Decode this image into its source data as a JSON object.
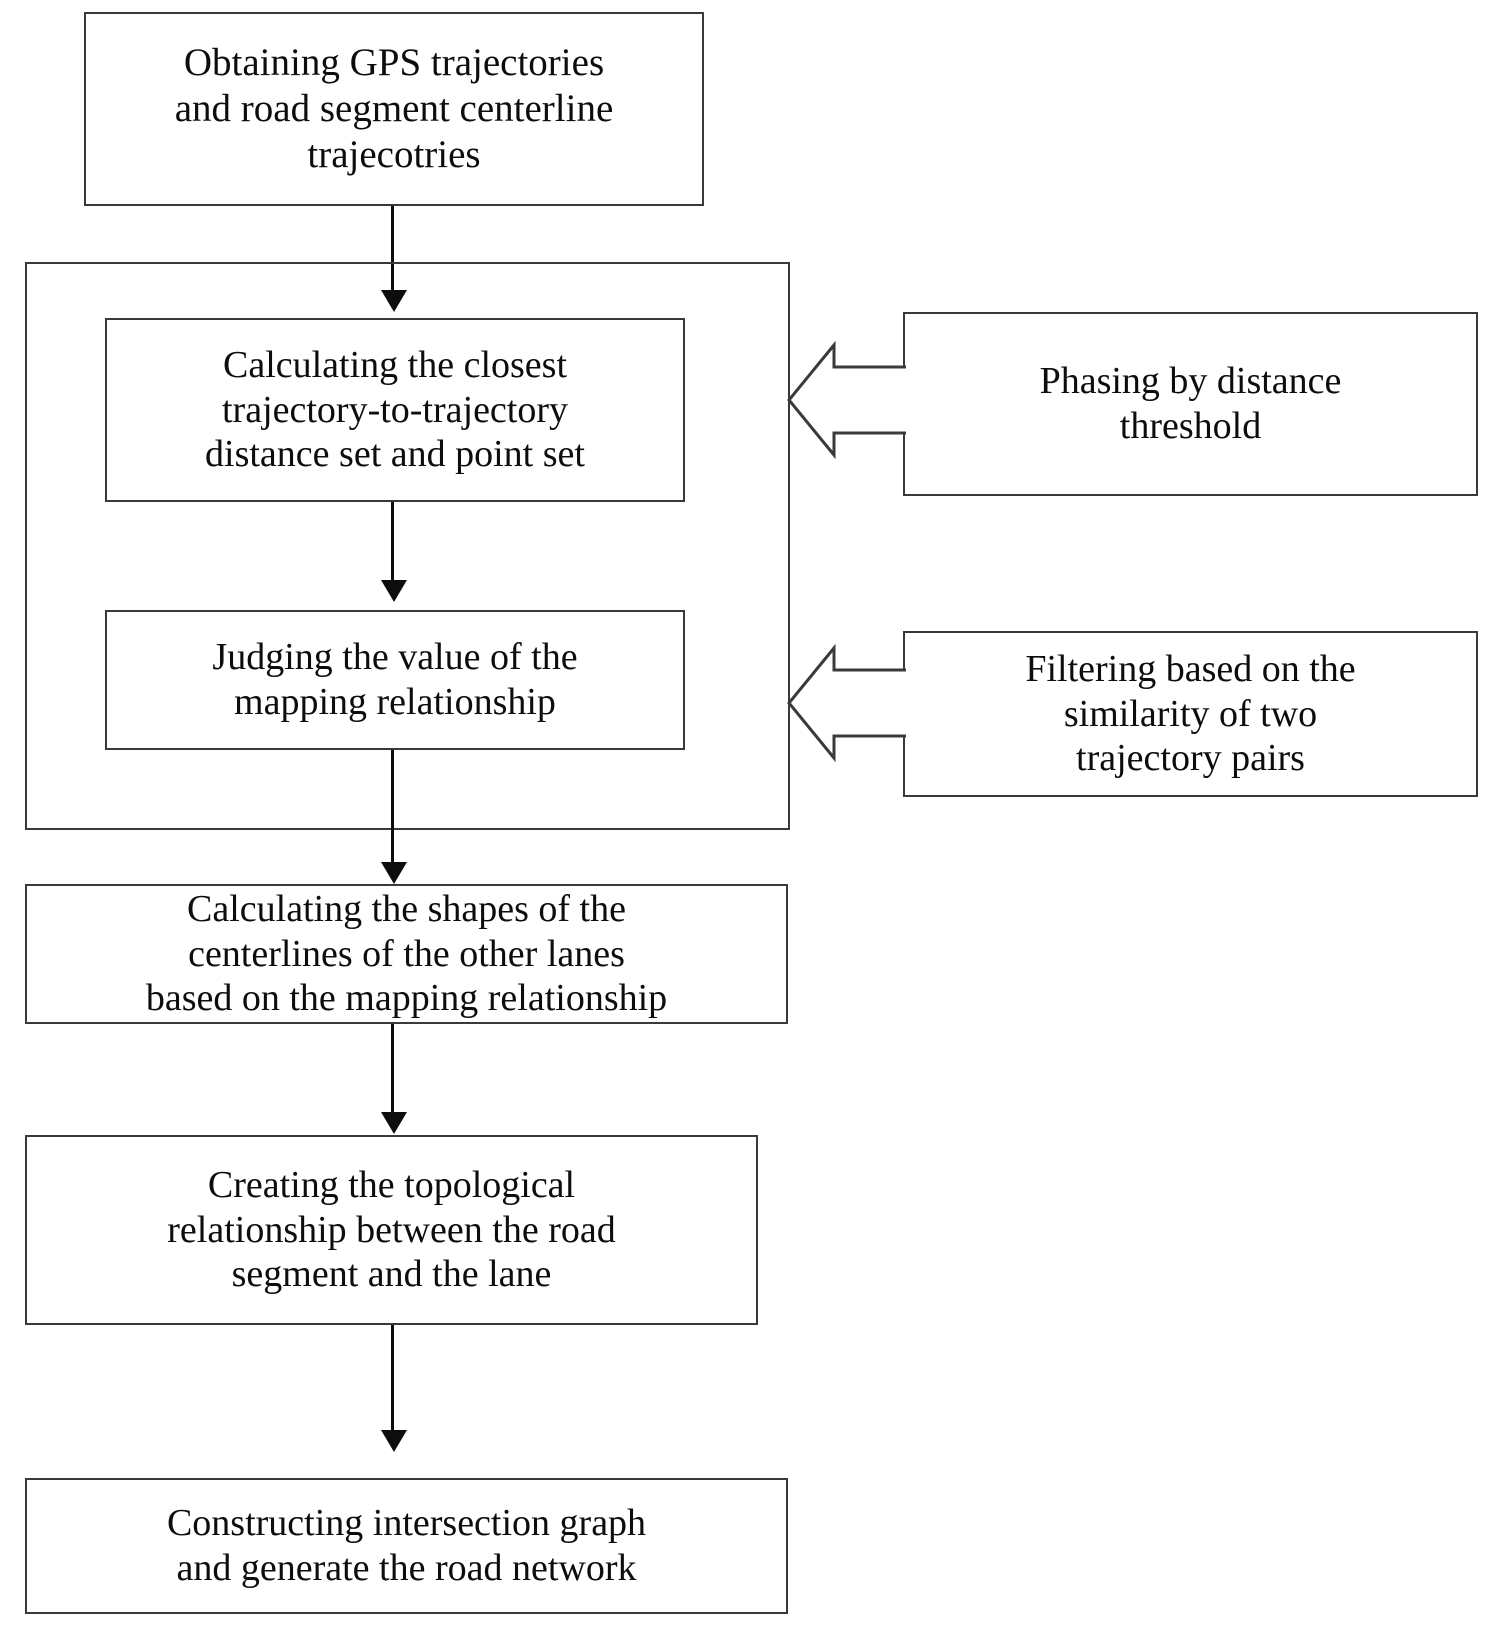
{
  "diagram": {
    "title": "Road network / lane centerline generation flowchart",
    "colors": {
      "box_border": "#3a3a3a",
      "line": "#0d0d0d",
      "background": "#ffffff",
      "text": "#0d0d0d"
    },
    "nodes": [
      {
        "id": "obtain-data",
        "label": "Obtaining GPS trajectories\nand road segment centerline\ntrajecotries"
      },
      {
        "id": "closest-distance",
        "label": "Calculating the closest\ntrajectory-to-trajectory\ndistance set and point set"
      },
      {
        "id": "judge-mapping",
        "label": "Judging the value of the\nmapping relationship"
      },
      {
        "id": "phasing-threshold",
        "label": "Phasing by distance\nthreshold"
      },
      {
        "id": "filtering-similarity",
        "label": "Filtering based on the\nsimilarity of two\ntrajectory pairs"
      },
      {
        "id": "calc-centerlines",
        "label": "Calculating the shapes of the\ncenterlines of the other lanes\nbased on the mapping relationship"
      },
      {
        "id": "create-topology",
        "label": "Creating the topological\nrelationship between the road\nsegment and the lane"
      },
      {
        "id": "construct-network",
        "label": "Constructing intersection graph\nand generate the road network"
      }
    ],
    "connectors": [
      {
        "id": "arrow-obtain-to-closest",
        "kind": "arrow-down"
      },
      {
        "id": "arrow-closest-to-judge",
        "kind": "arrow-down"
      },
      {
        "id": "arrow-judge-to-centerlines",
        "kind": "arrow-down"
      },
      {
        "id": "arrow-centerlines-to-topology",
        "kind": "arrow-down"
      },
      {
        "id": "arrow-topology-to-network",
        "kind": "arrow-down"
      },
      {
        "id": "block-arrow-phasing",
        "kind": "block-arrow-left"
      },
      {
        "id": "block-arrow-filtering",
        "kind": "block-arrow-left"
      }
    ]
  }
}
